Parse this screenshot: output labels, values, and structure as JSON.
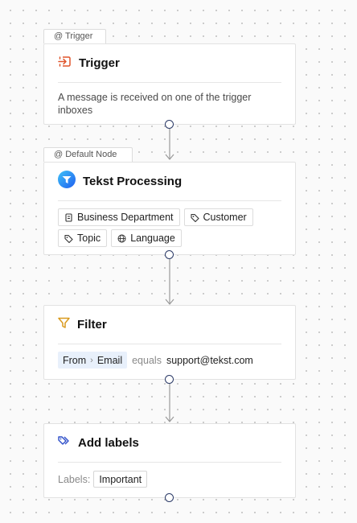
{
  "nodes": {
    "trigger": {
      "tab_label": "@ Trigger",
      "title": "Trigger",
      "description": "A message is received on one of the trigger inboxes",
      "icon": "inbox-enter-icon",
      "icon_color": "#e0552b"
    },
    "processing": {
      "tab_label": "@ Default Node",
      "title": "Tekst Processing",
      "icon": "tekst-logo-icon",
      "icon_color": "#1f8bf0",
      "chips": [
        {
          "label": "Business Department",
          "icon": "department-icon"
        },
        {
          "label": "Customer",
          "icon": "tag-icon"
        },
        {
          "label": "Topic",
          "icon": "tag-icon"
        },
        {
          "label": "Language",
          "icon": "globe-icon"
        }
      ]
    },
    "filter": {
      "title": "Filter",
      "icon": "funnel-icon",
      "icon_color": "#d99a1e",
      "field_from": "From",
      "field_email": "Email",
      "operator": "equals",
      "value": "support@tekst.com"
    },
    "labels": {
      "title": "Add labels",
      "icon": "tags-icon",
      "icon_color": "#2d4ec9",
      "labels_prefix": "Labels:",
      "label_value": "Important"
    }
  },
  "colors": {
    "port_border": "#2b3a67",
    "connector": "#9a9a9a",
    "pill_bg": "#e8f0fb"
  }
}
